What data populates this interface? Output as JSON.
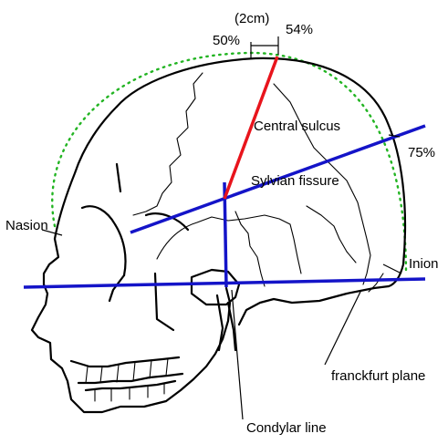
{
  "labels": {
    "two_cm": "(2cm)",
    "fifty_percent": "50%",
    "fifty_four_percent": "54%",
    "central_sulcus": "Central sulcus",
    "seventy_five_percent": "75%",
    "sylvian_fissure": "Sylvian fissure",
    "nasion": "Nasion",
    "inion": "Inion",
    "franckfurt_plane": "franckfurt plane",
    "condylar_line": "Condylar line"
  },
  "colors": {
    "central_sulcus_line": "#e8141c",
    "reference_lines": "#1414c8",
    "arc_dots": "#22b422",
    "outline": "#000000"
  }
}
